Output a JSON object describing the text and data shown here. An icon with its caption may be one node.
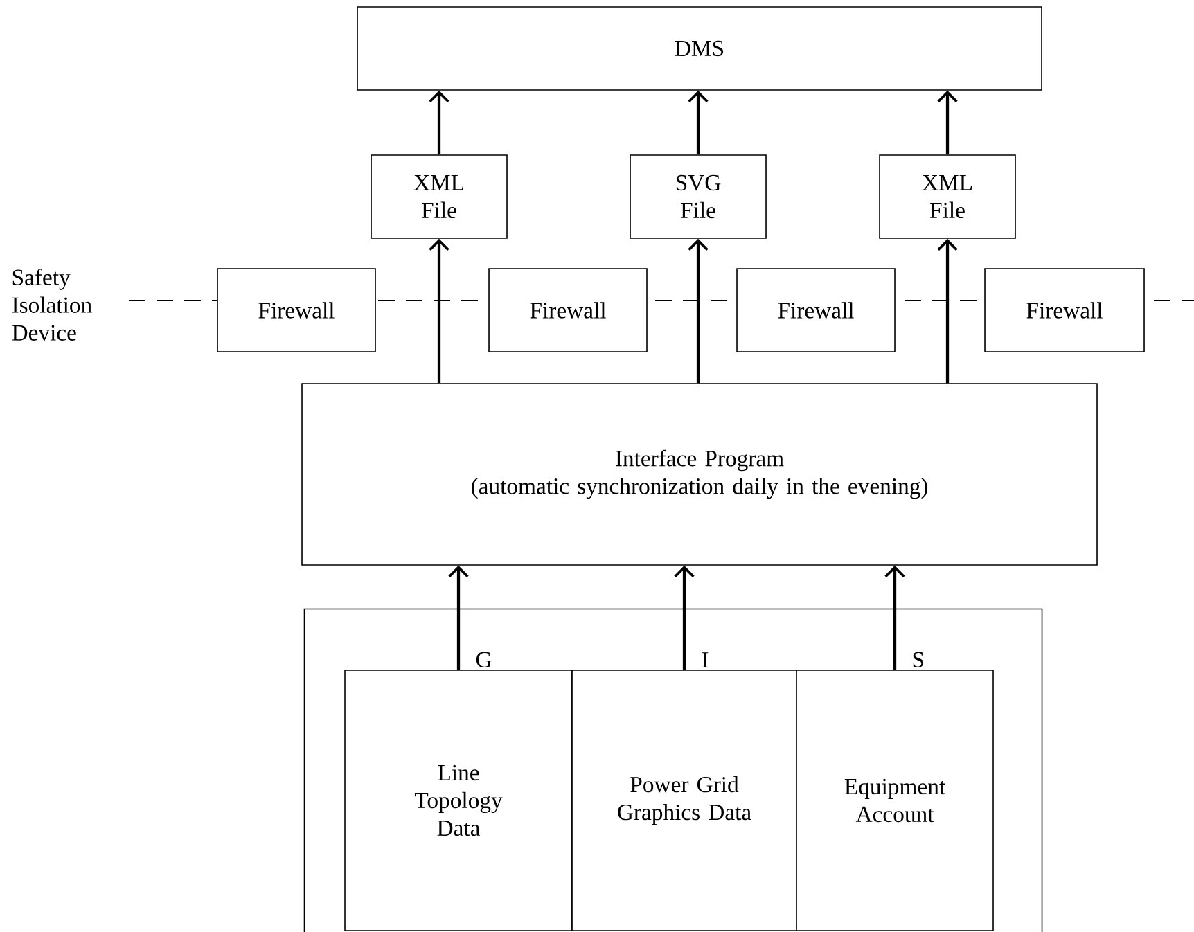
{
  "diagram": {
    "nodes": [
      {
        "text": [
          "DMS"
        ]
      },
      {
        "text": [
          "XML File"
        ]
      },
      {
        "text": [
          "SVG File"
        ]
      },
      {
        "text": [
          "XML File"
        ]
      },
      {
        "text": [
          "Firewall"
        ]
      },
      {
        "text": [
          "Firewall"
        ]
      },
      {
        "text": [
          "Firewall"
        ]
      },
      {
        "text": [
          "Firewall"
        ]
      },
      {
        "text": [
          "Interface Program",
          "(automatic synchronization daily in the evening)"
        ]
      },
      {
        "text": [],
        "shape": "box"
      },
      {
        "text": [
          "Line Topology Data"
        ],
        "in": 9
      },
      {
        "text": [
          "Power Grid Graphics Data"
        ],
        "in": 9
      },
      {
        "text": [
          "Equipment Account"
        ],
        "in": 9
      }
    ],
    "edges": [
      {
        "from": 1,
        "to": 0,
        "arrow": "to"
      },
      {
        "from": 2,
        "to": 0,
        "arrow": "to"
      },
      {
        "from": 3,
        "to": 0,
        "arrow": "to"
      },
      {
        "from": 8,
        "to": 1,
        "arrow": "to"
      },
      {
        "from": 8,
        "to": 2,
        "arrow": "to"
      },
      {
        "from": 8,
        "to": 3,
        "arrow": "to"
      },
      {
        "from": 10,
        "to": 8,
        "arrow": "to",
        "label": "G"
      },
      {
        "from": 11,
        "to": 8,
        "arrow": "to",
        "label": "I"
      },
      {
        "from": 12,
        "to": 8,
        "arrow": "to",
        "label": "S"
      }
    ],
    "labels": [
      "Safety Isolation Device"
    ]
  }
}
